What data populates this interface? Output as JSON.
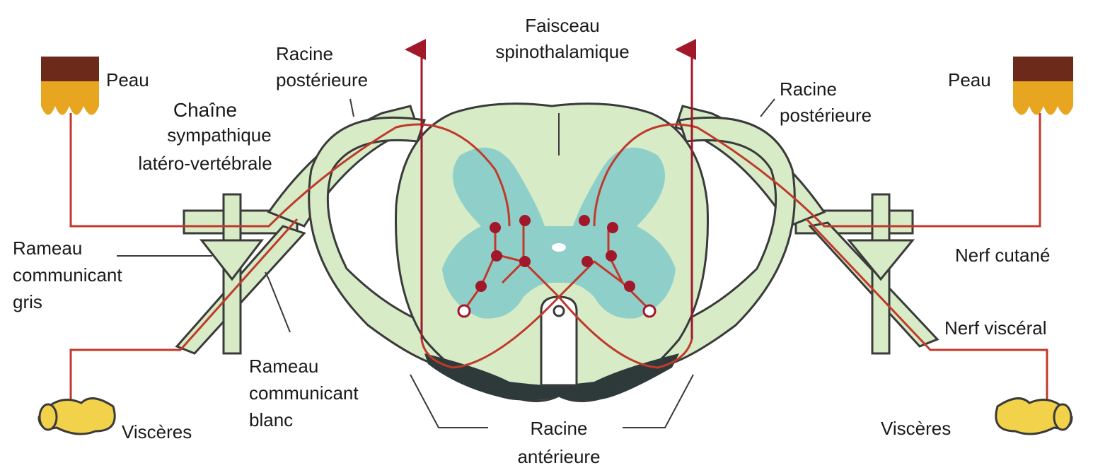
{
  "labels": {
    "faisceau_1": "Faisceau",
    "faisceau_2": "spinothalamique",
    "racine_post_left_1": "Racine",
    "racine_post_left_2": "postérieure",
    "racine_post_right_1": "Racine",
    "racine_post_right_2": "postérieure",
    "peau_left": "Peau",
    "peau_right": "Peau",
    "chaine_1": "Chaîne",
    "chaine_2": "sympathique",
    "chaine_3": "latéro-vertébrale",
    "rameau_gris_1": "Rameau",
    "rameau_gris_2": "communicant",
    "rameau_gris_3": "gris",
    "rameau_blanc_1": "Rameau",
    "rameau_blanc_2": "communicant",
    "rameau_blanc_3": "blanc",
    "nerf_cutane": "Nerf cutané",
    "nerf_visceral": "Nerf viscéral",
    "visceres_left": "Viscères",
    "visceres_right": "Viscères",
    "racine_ant_1": "Racine",
    "racine_ant_2": "antérieure"
  },
  "colors": {
    "white_matter": "#d6ebc6",
    "gray_matter": "#8fcfc9",
    "outline": "#3a3a3a",
    "nerve_fiber": "#c0392b",
    "neuron": "#a0182a",
    "skin_top": "#6b2a1a",
    "skin_body": "#e8a520",
    "viscera": "#f1d24a"
  }
}
